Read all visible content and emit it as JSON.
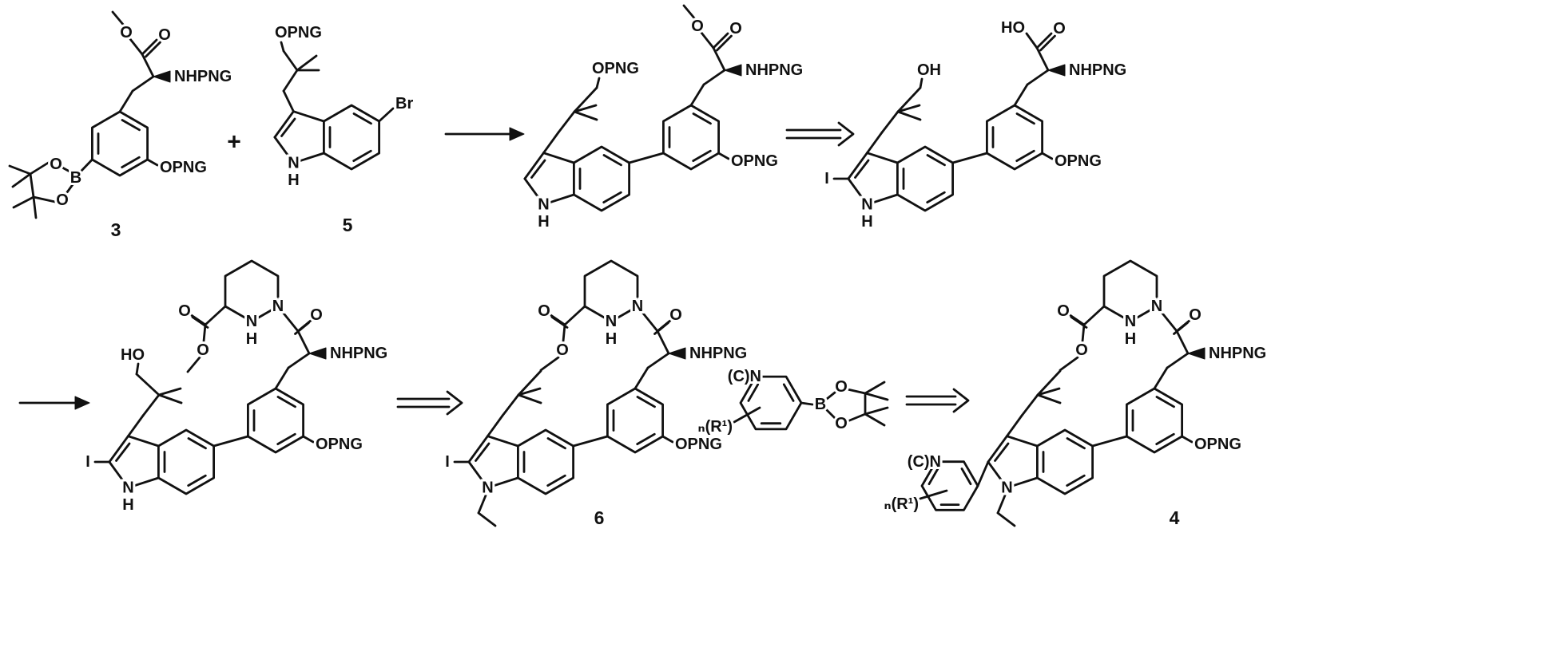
{
  "figure": {
    "type": "multi-step-reaction-scheme",
    "background": "#ffffff",
    "ink": "#111111",
    "plus": "+",
    "atoms": {
      "O": "O",
      "N": "N",
      "H": "H",
      "B": "B",
      "I": "I",
      "Br": "Br",
      "HO": "HO",
      "OH": "OH",
      "NHPNG": "NHPNG",
      "OPNG": "OPNG",
      "CN": "(C)N",
      "nR1": "ₙ(R¹)"
    },
    "compound_numbers": {
      "c3": "3",
      "c5": "5",
      "c6": "6",
      "c4": "4"
    }
  }
}
